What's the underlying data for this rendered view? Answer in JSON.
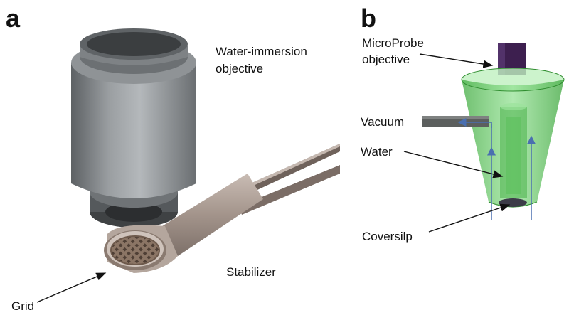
{
  "panels": {
    "a": {
      "letter": "a",
      "labels": {
        "objective_line1": "Water-immersion",
        "objective_line2": "objective",
        "stabilizer": "Stabilizer",
        "grid": "Grid"
      },
      "colors": {
        "objective_body": "#8a8e91",
        "stabilizer_metal": "#a99a92",
        "grid_mesh": "#6e5a4c"
      }
    },
    "b": {
      "letter": "b",
      "labels": {
        "objective_line1": "MicroProbe",
        "objective_line2": "objective",
        "vacuum": "Vacuum",
        "water": "Water",
        "coverslip": "Coversilp"
      },
      "colors": {
        "objective": "#3d1f4f",
        "water_cone": "#6fd16f",
        "flow_arrows": "#4a6fb0",
        "vacuum_tube": "#5c5f5e"
      }
    }
  }
}
